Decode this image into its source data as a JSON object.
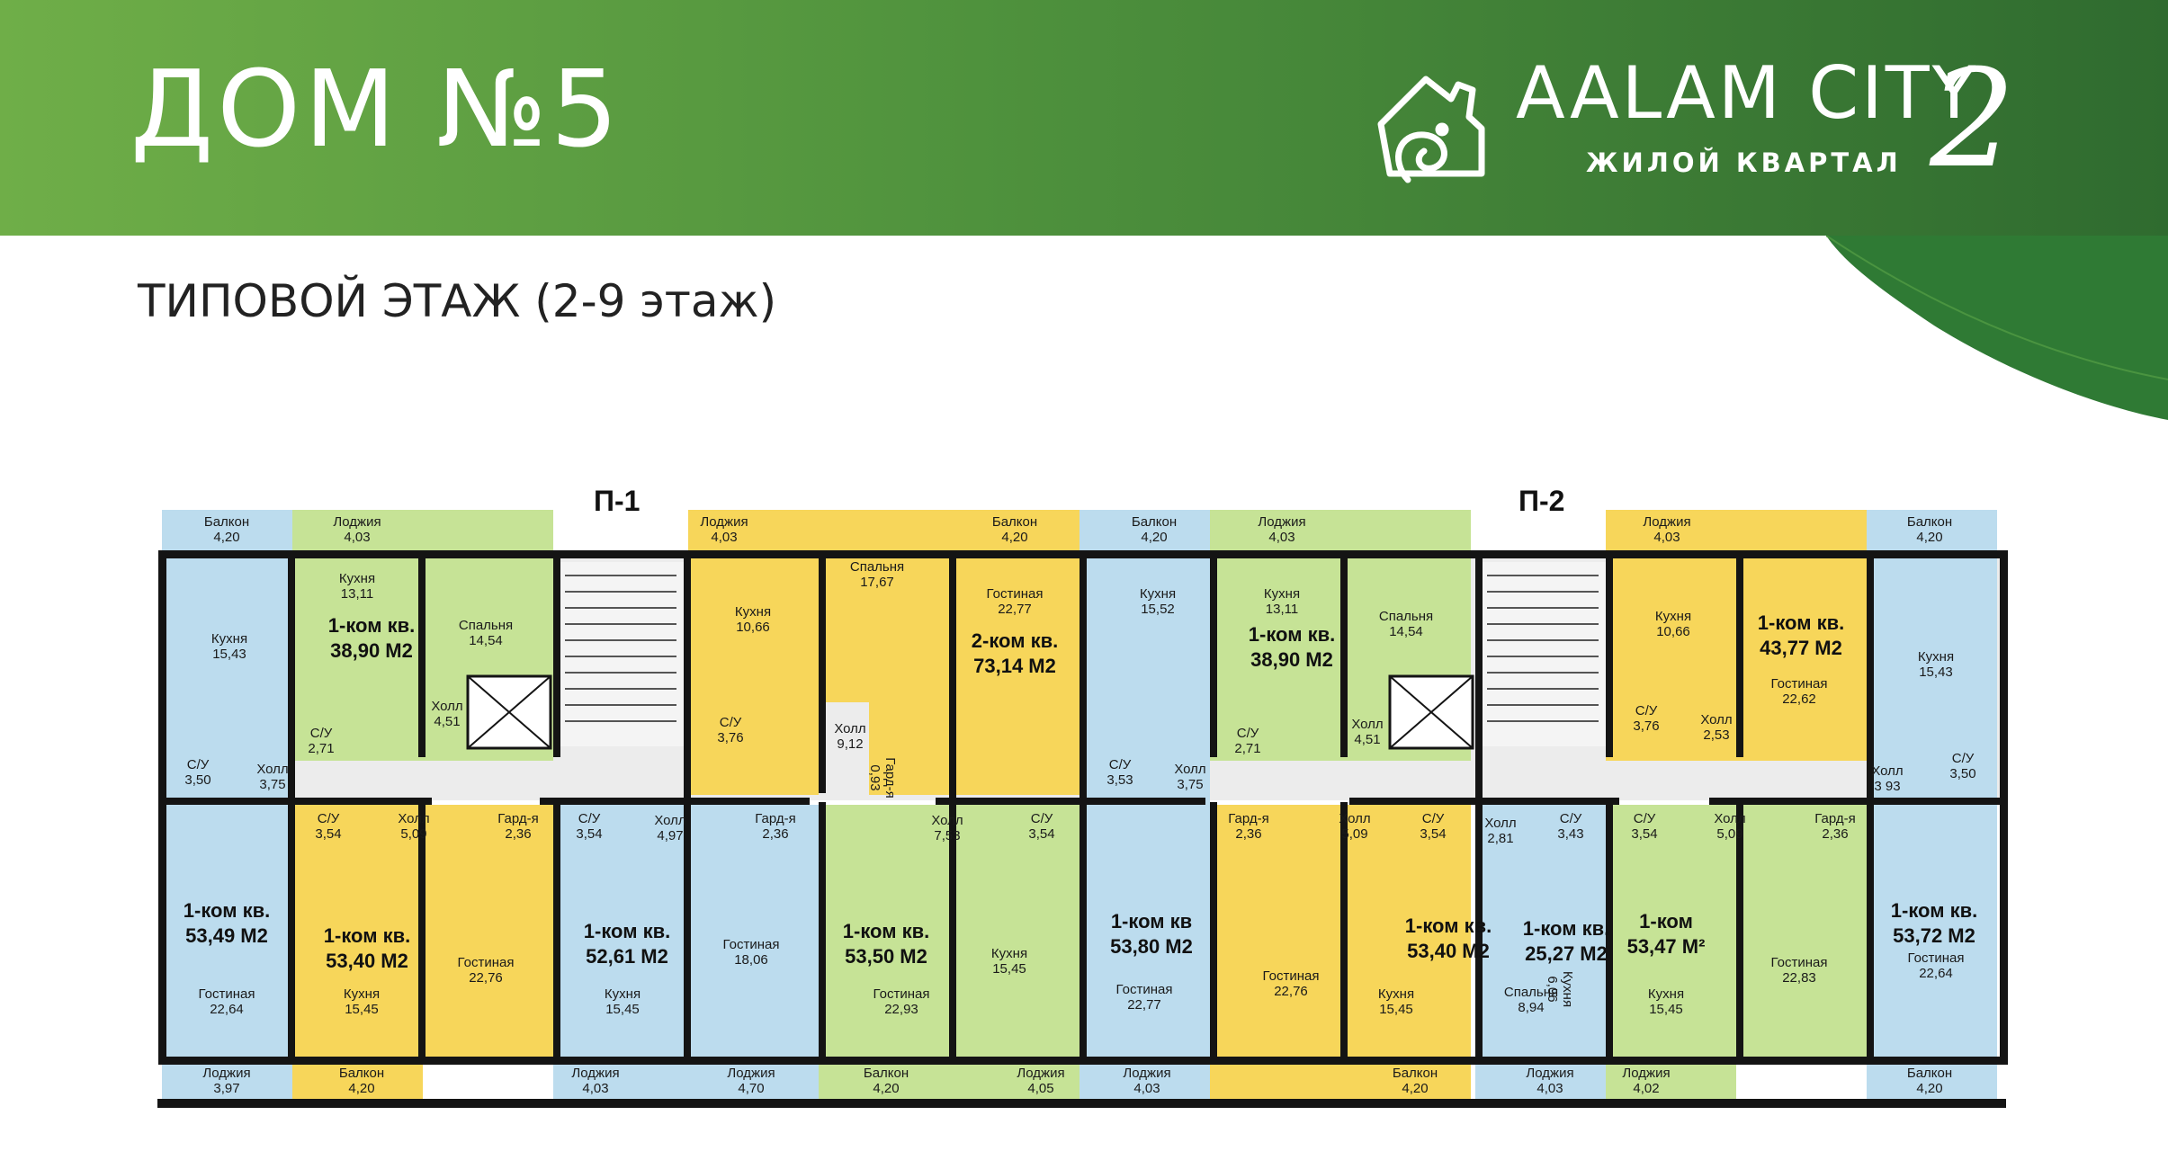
{
  "header": {
    "title": "ДОМ №5",
    "logo_name": "AALAM CITY",
    "logo_sub": "ЖИЛОЙ КВАРТАЛ",
    "logo_digit": "2"
  },
  "subtitle": "ТИПОВОЙ ЭТАЖ (2-9 этаж)",
  "sections": {
    "p1": "П-1",
    "p2": "П-2"
  },
  "colors": {
    "header_start": "#6fae48",
    "header_end": "#2f6b2f",
    "blue": "#bcdcee",
    "yellow": "#f7d65a",
    "green": "#c6e396",
    "corridor": "#ececec",
    "wall": "#141414"
  },
  "apartments": [
    {
      "label": "1-ком кв.",
      "area": "38,90 М2"
    },
    {
      "label": "2-ком кв.",
      "area": "73,14 М2"
    },
    {
      "label": "1-ком кв.",
      "area": "38,90 М2"
    },
    {
      "label": "1-ком кв.",
      "area": "43,77 М2"
    },
    {
      "label": "1-ком кв.",
      "area": "53,49 М2"
    },
    {
      "label": "1-ком кв.",
      "area": "53,40 М2"
    },
    {
      "label": "1-ком кв.",
      "area": "52,61 М2"
    },
    {
      "label": "1-ком кв.",
      "area": "53,50 М2"
    },
    {
      "label": "1-ком кв",
      "area": "53,80 М2"
    },
    {
      "label": "1-ком кв.",
      "area": "53,40 М2"
    },
    {
      "label": "1-ком кв.",
      "area": "25,27 М2"
    },
    {
      "label": "1-ком",
      "area": "53,47 М²"
    },
    {
      "label": "1-ком кв.",
      "area": "53,72 М2"
    }
  ],
  "rooms": [
    {
      "name": "Балкон",
      "area": "4,20"
    },
    {
      "name": "Лоджия",
      "area": "4,03"
    },
    {
      "name": "Кухня",
      "area": "15,43"
    },
    {
      "name": "Кухня",
      "area": "13,11"
    },
    {
      "name": "Спальня",
      "area": "14,54"
    },
    {
      "name": "Холл",
      "area": "4,51"
    },
    {
      "name": "С/У",
      "area": "2,71"
    },
    {
      "name": "С/У",
      "area": "3,50"
    },
    {
      "name": "Холл",
      "area": "3,75"
    },
    {
      "name": "Лоджия",
      "area": "4,03"
    },
    {
      "name": "Кухня",
      "area": "10,66"
    },
    {
      "name": "С/У",
      "area": "3,76"
    },
    {
      "name": "Спальня",
      "area": "17,67"
    },
    {
      "name": "Холл",
      "area": "9,12"
    },
    {
      "name": "Гард-я",
      "area": "0,93"
    },
    {
      "name": "Балкон",
      "area": "4,20"
    },
    {
      "name": "Гостиная",
      "area": "22,77"
    },
    {
      "name": "Балкон",
      "area": "4,20"
    },
    {
      "name": "Кухня",
      "area": "15,52"
    },
    {
      "name": "С/У",
      "area": "3,53"
    },
    {
      "name": "Холл",
      "area": "3,75"
    },
    {
      "name": "Лоджия",
      "area": "4,03"
    },
    {
      "name": "Кухня",
      "area": "13,11"
    },
    {
      "name": "С/У",
      "area": "2,71"
    },
    {
      "name": "Спальня",
      "area": "14,54"
    },
    {
      "name": "Холл",
      "area": "4,51"
    },
    {
      "name": "Лоджия",
      "area": "4,03"
    },
    {
      "name": "Кухня",
      "area": "10,66"
    },
    {
      "name": "С/У",
      "area": "3,76"
    },
    {
      "name": "Холл",
      "area": "2,53"
    },
    {
      "name": "Гостиная",
      "area": "22,62"
    },
    {
      "name": "Балкон",
      "area": "4,20"
    },
    {
      "name": "Кухня",
      "area": "15,43"
    },
    {
      "name": "Холл",
      "area": "3 93"
    },
    {
      "name": "С/У",
      "area": "3,50"
    },
    {
      "name": "С/У",
      "area": "3,54"
    },
    {
      "name": "Холл",
      "area": "5,09"
    },
    {
      "name": "Гард-я",
      "area": "2,36"
    },
    {
      "name": "С/У",
      "area": "3,54"
    },
    {
      "name": "Холл",
      "area": "4,97"
    },
    {
      "name": "Гард-я",
      "area": "2,36"
    },
    {
      "name": "Холл",
      "area": "7,53"
    },
    {
      "name": "С/У",
      "area": "3,54"
    },
    {
      "name": "Гард-я",
      "area": "2,36"
    },
    {
      "name": "Холл",
      "area": "5,09"
    },
    {
      "name": "С/У",
      "area": "3,54"
    },
    {
      "name": "Холл",
      "area": "2,81"
    },
    {
      "name": "С/У",
      "area": "3,43"
    },
    {
      "name": "С/У",
      "area": "3,54"
    },
    {
      "name": "Холл",
      "area": "5,09"
    },
    {
      "name": "Гард-я",
      "area": "2,36"
    },
    {
      "name": "Гостиная",
      "area": "22,64"
    },
    {
      "name": "Кухня",
      "area": "15,45"
    },
    {
      "name": "Гостиная",
      "area": "22,76"
    },
    {
      "name": "Кухня",
      "area": "15,45"
    },
    {
      "name": "Гостиная",
      "area": "18,06"
    },
    {
      "name": "Гостиная",
      "area": "22,93"
    },
    {
      "name": "Кухня",
      "area": "15,45"
    },
    {
      "name": "Гостиная",
      "area": "22,77"
    },
    {
      "name": "Гостиная",
      "area": "22,76"
    },
    {
      "name": "Кухня",
      "area": "15,45"
    },
    {
      "name": "Спальня",
      "area": "8,94"
    },
    {
      "name": "Кухня",
      "area": "6,06"
    },
    {
      "name": "Кухня",
      "area": "15,45"
    },
    {
      "name": "Гостиная",
      "area": "22,83"
    },
    {
      "name": "Гостиная",
      "area": "22,64"
    },
    {
      "name": "Лоджия",
      "area": "3,97"
    },
    {
      "name": "Балкон",
      "area": "4,20"
    },
    {
      "name": "Лоджия",
      "area": "4,03"
    },
    {
      "name": "Лоджия",
      "area": "4,70"
    },
    {
      "name": "Балкон",
      "area": "4,20"
    },
    {
      "name": "Лоджия",
      "area": "4,05"
    },
    {
      "name": "Лоджия",
      "area": "4,03"
    },
    {
      "name": "Балкон",
      "area": "4,20"
    },
    {
      "name": "Лоджия",
      "area": "4,03"
    },
    {
      "name": "Лоджия",
      "area": "4,02"
    },
    {
      "name": "Балкон",
      "area": "4,20"
    }
  ]
}
